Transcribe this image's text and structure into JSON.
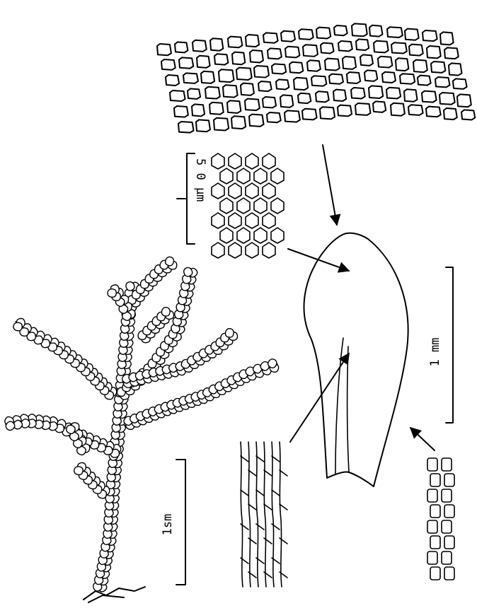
{
  "scale_bars": {
    "cell_scale": "5 0 μm",
    "leaf_scale": "1 mm",
    "plant_scale": "1sm"
  },
  "colors": {
    "ink": "#000000",
    "paper": "#ffffff"
  }
}
